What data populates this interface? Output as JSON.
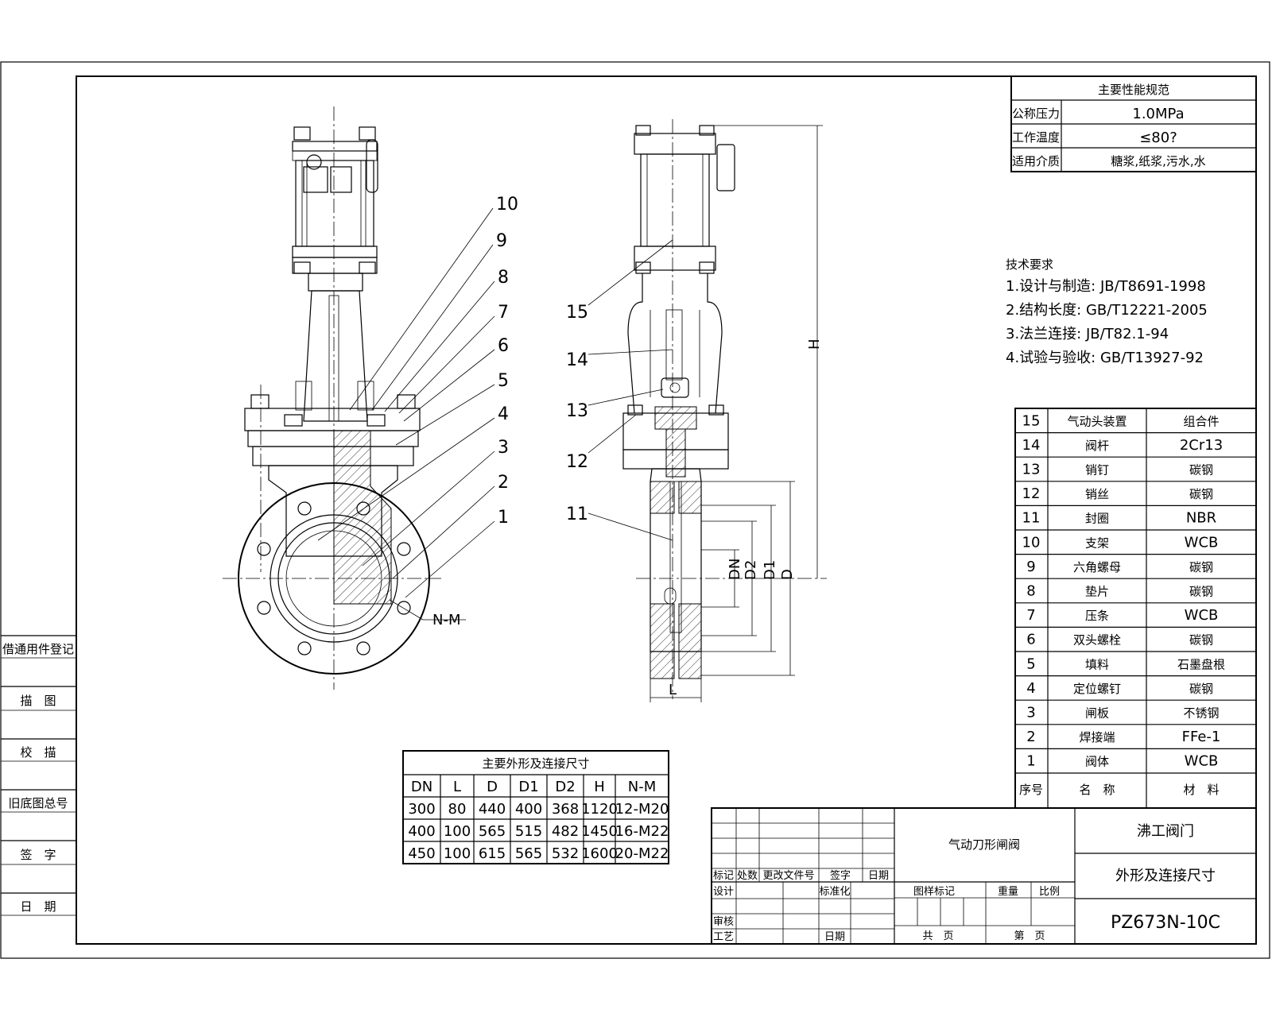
{
  "left_column": {
    "labels": [
      "借通用件登记",
      "描　图",
      "校　描",
      "旧底图总号",
      "签　字",
      "日　期"
    ]
  },
  "performance_spec": {
    "title": "主要性能规范",
    "rows": [
      {
        "label": "公称压力",
        "value": "1.0MPa"
      },
      {
        "label": "工作温度",
        "value": "≤80?"
      },
      {
        "label": "适用介质",
        "value": "糖浆,纸浆,污水,水"
      }
    ]
  },
  "tech_requirements": {
    "title": "技术要求",
    "items": [
      "1.设计与制造: JB/T8691-1998",
      "2.结构长度: GB/T12221-2005",
      "3.法兰连接: JB/T82.1-94",
      "4.试验与验收: GB/T13927-92"
    ]
  },
  "parts_list": {
    "header": {
      "no": "序号",
      "name": "名　称",
      "material": "材　料"
    },
    "rows": [
      {
        "no": "15",
        "name": "气动头装置",
        "material": "组合件"
      },
      {
        "no": "14",
        "name": "阀杆",
        "material": "2Cr13"
      },
      {
        "no": "13",
        "name": "销钉",
        "material": "碳钢"
      },
      {
        "no": "12",
        "name": "销丝",
        "material": "碳钢"
      },
      {
        "no": "11",
        "name": "封圈",
        "material": "NBR"
      },
      {
        "no": "10",
        "name": "支架",
        "material": "WCB"
      },
      {
        "no": "9",
        "name": "六角螺母",
        "material": "碳钢"
      },
      {
        "no": "8",
        "name": "垫片",
        "material": "碳钢"
      },
      {
        "no": "7",
        "name": "压条",
        "material": "WCB"
      },
      {
        "no": "6",
        "name": "双头螺栓",
        "material": "碳钢"
      },
      {
        "no": "5",
        "name": "填料",
        "material": "石墨盘根"
      },
      {
        "no": "4",
        "name": "定位螺钉",
        "material": "碳钢"
      },
      {
        "no": "3",
        "name": "闸板",
        "material": "不锈钢"
      },
      {
        "no": "2",
        "name": "焊接端",
        "material": "FFe-1"
      },
      {
        "no": "1",
        "name": "阀体",
        "material": "WCB"
      }
    ]
  },
  "dimension_table": {
    "title": "主要外形及连接尺寸",
    "headers": [
      "DN",
      "L",
      "D",
      "D1",
      "D2",
      "H",
      "N-M"
    ],
    "rows": [
      [
        "300",
        "80",
        "440",
        "400",
        "368",
        "1120",
        "12-M20"
      ],
      [
        "400",
        "100",
        "565",
        "515",
        "482",
        "1450",
        "16-M22"
      ],
      [
        "450",
        "100",
        "615",
        "565",
        "532",
        "1600",
        "20-M22"
      ]
    ]
  },
  "title_block": {
    "product_name": "气动刀形闸阀",
    "company": "沸工阀门",
    "drawing_title": "外形及连接尺寸",
    "drawing_no": "PZ673N-10C",
    "rev_headers": [
      "标记",
      "处数",
      "更改文件号",
      "签字",
      "日期"
    ],
    "sign_labels": [
      "设计",
      "标准化",
      "审核",
      "工艺",
      "日期"
    ],
    "mark_labels": [
      "图样标记",
      "重量",
      "比例"
    ],
    "sheet_labels": [
      "共　页",
      "第　页"
    ]
  },
  "drawing_labels": {
    "left_callouts": [
      "10",
      "9",
      "8",
      "7",
      "6",
      "5",
      "4",
      "3",
      "2",
      "1"
    ],
    "right_callouts": [
      "15",
      "14",
      "13",
      "12",
      "11"
    ],
    "nm": "N-M",
    "dims": {
      "H": "H",
      "D": "D",
      "D1": "D1",
      "D2": "D2",
      "DN": "DN",
      "L": "L"
    }
  }
}
